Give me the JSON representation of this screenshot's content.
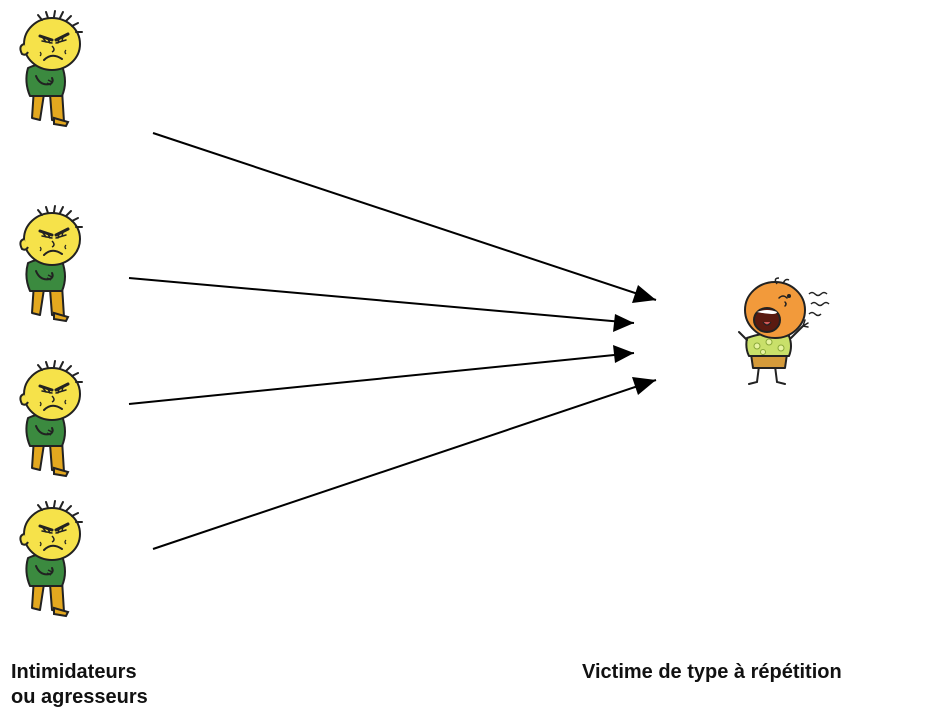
{
  "labels": {
    "bullies_line1": "Intimidateurs",
    "bullies_line2": "ou agresseurs",
    "victim": "Victime de type à répétition"
  },
  "figures": {
    "bully_count": 4,
    "bully_icon": "angry-child-icon",
    "victim_icon": "screaming-child-icon"
  },
  "colors": {
    "bully_face": "#f6e24a",
    "bully_shirt": "#3b8a3f",
    "bully_pants": "#e3a81f",
    "victim_face": "#f29a3b",
    "victim_shirt": "#c9e06a",
    "victim_pants": "#d49a3a",
    "outline": "#222222",
    "arrow": "#000000"
  }
}
